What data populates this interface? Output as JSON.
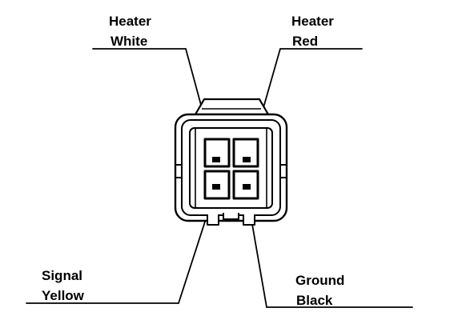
{
  "labels": {
    "heater_white": {
      "line1": "Heater",
      "line2": "White"
    },
    "heater_red": {
      "line1": "Heater",
      "line2": "Red"
    },
    "signal_yellow": {
      "line1": "Signal",
      "line2": "Yellow"
    },
    "ground_black": {
      "line1": "Ground",
      "line2": "Black"
    }
  },
  "colors": {
    "ink": "#000000",
    "background": "#ffffff"
  }
}
